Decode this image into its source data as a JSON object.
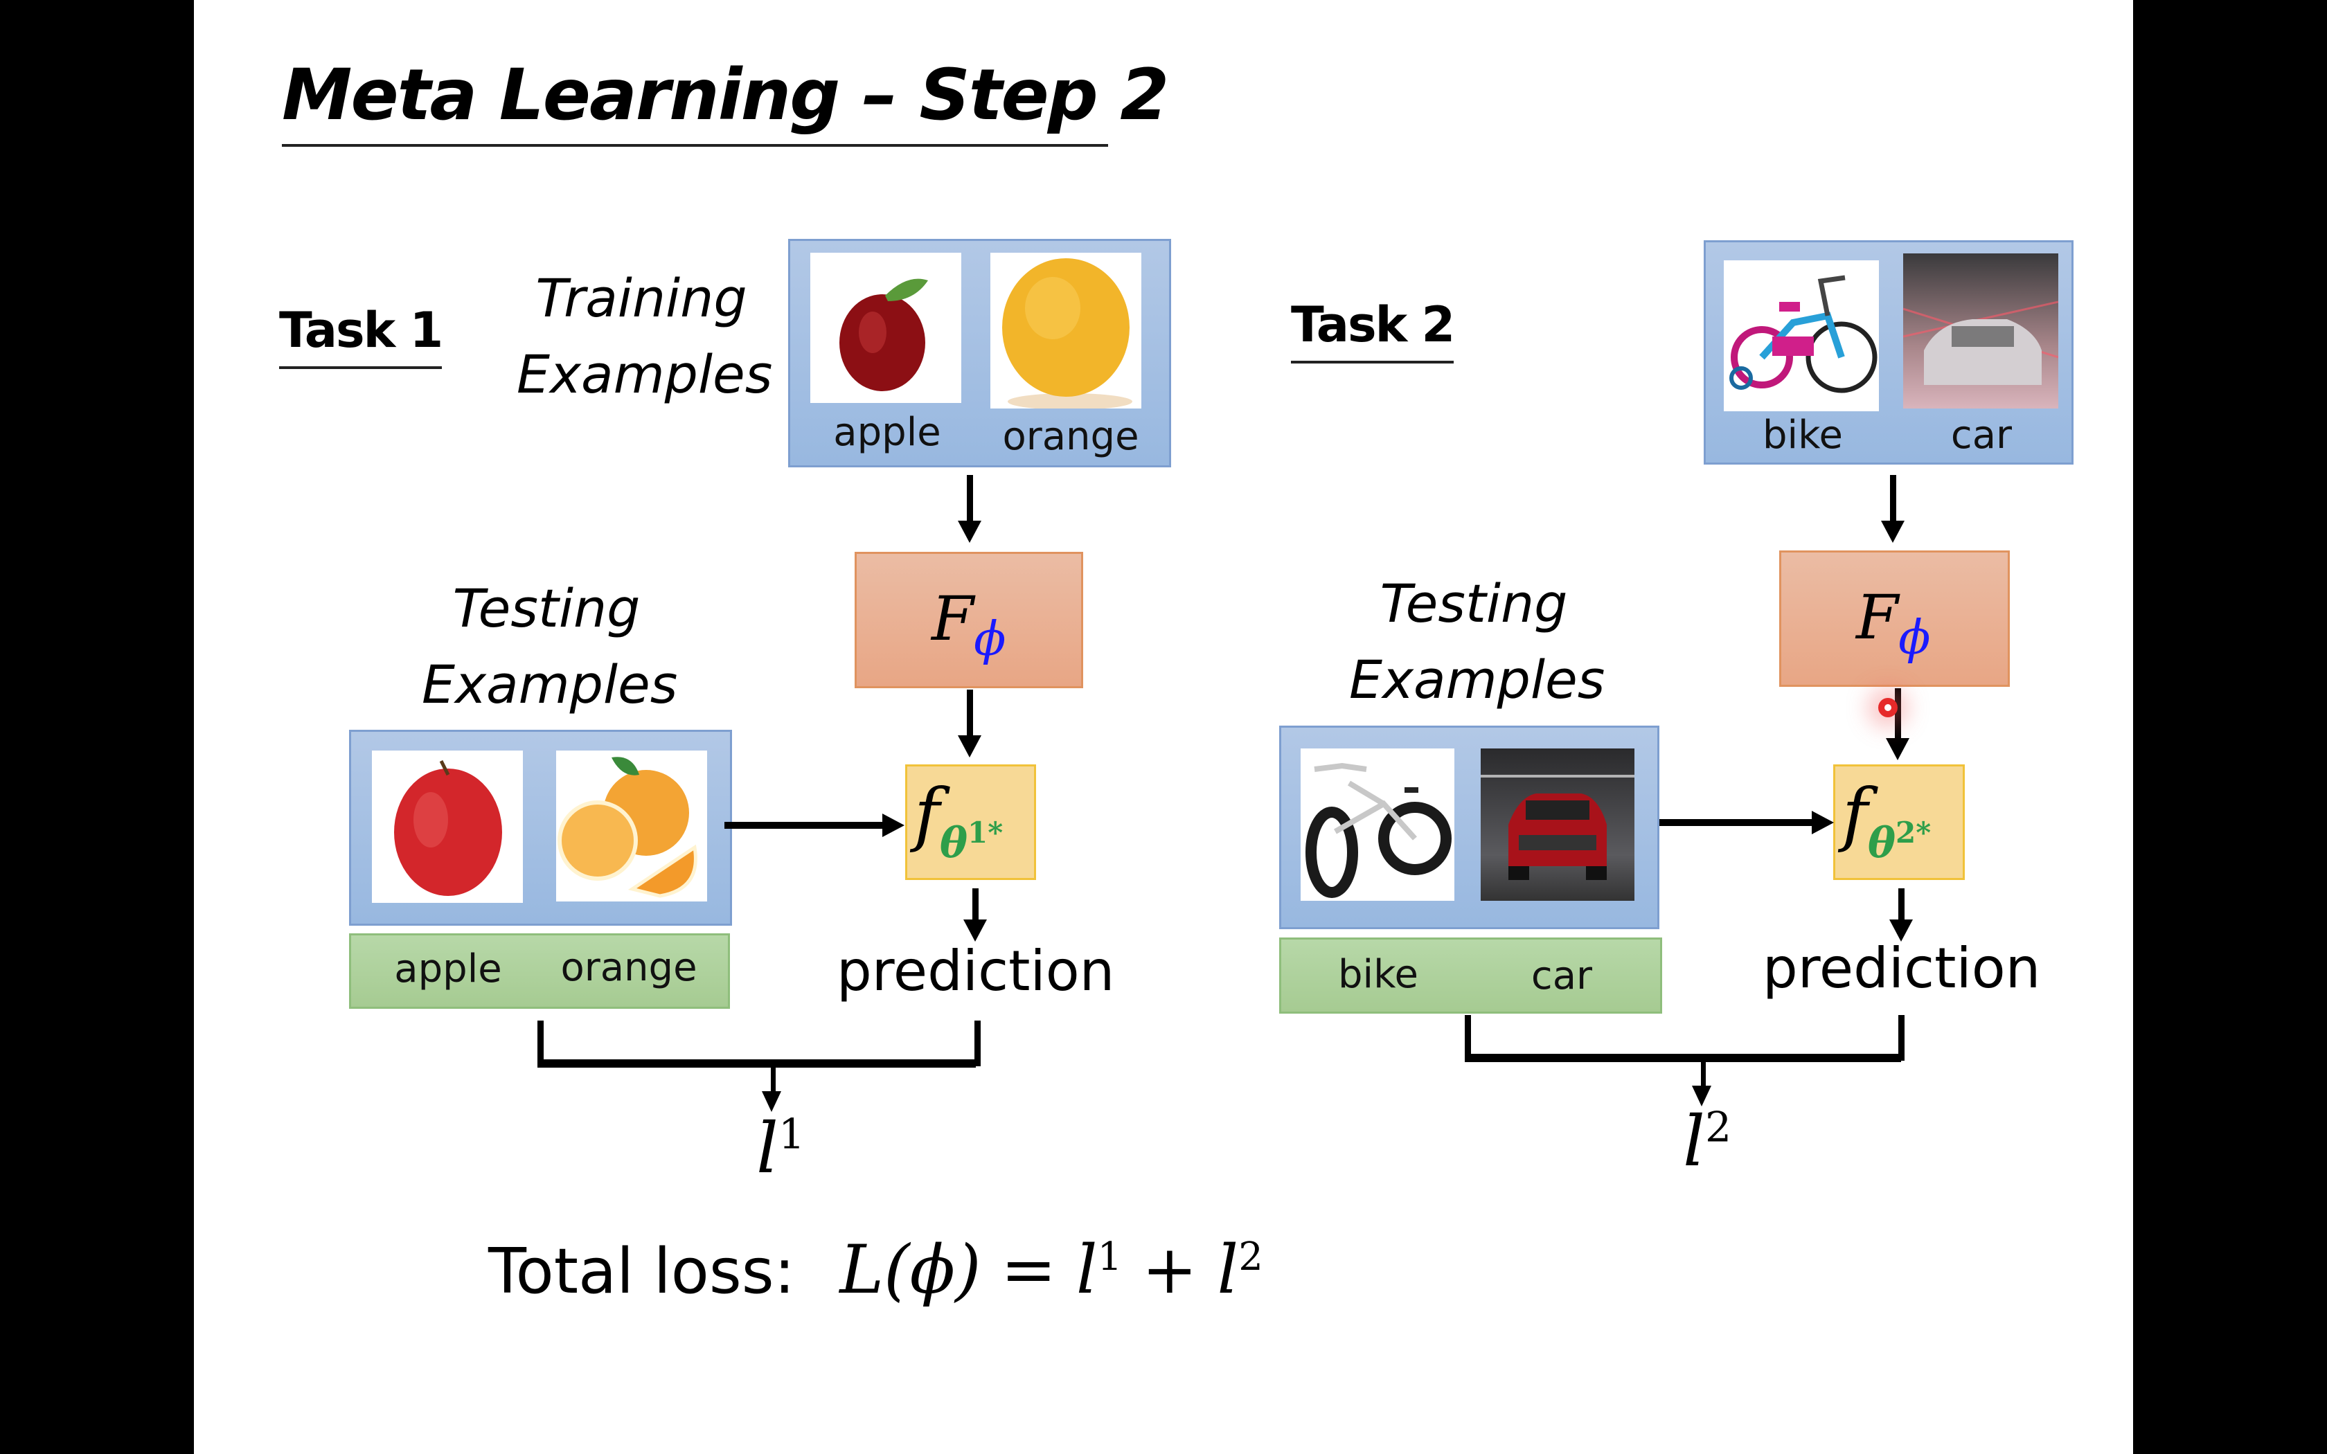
{
  "slide": {
    "title": "Meta Learning – Step 2"
  },
  "task1": {
    "label": "Task 1",
    "training_label_line1": "Training",
    "training_label_line2": "Examples",
    "training_examples": [
      {
        "image": "red-apple-photo",
        "label": "apple"
      },
      {
        "image": "whole-orange-photo",
        "label": "orange"
      }
    ],
    "learner_F": {
      "base": "F",
      "subscript": "ϕ"
    },
    "model_f": {
      "base": "f",
      "subscript": "θ",
      "superscript": "1*"
    },
    "testing_label_line1": "Testing",
    "testing_label_line2": "Examples",
    "testing_examples": [
      {
        "image": "apple-photo",
        "label": "apple"
      },
      {
        "image": "sliced-orange-photo",
        "label": "orange"
      }
    ],
    "prediction": "prediction",
    "loss": {
      "base": "l",
      "superscript": "1"
    }
  },
  "task2": {
    "label": "Task 2",
    "training_examples": [
      {
        "image": "kids-bike-photo",
        "label": "bike"
      },
      {
        "image": "silver-car-photo",
        "label": "car"
      }
    ],
    "learner_F": {
      "base": "F",
      "subscript": "ϕ"
    },
    "model_f": {
      "base": "f",
      "subscript": "θ",
      "superscript": "2*"
    },
    "testing_label_line1": "Testing",
    "testing_label_line2": "Examples",
    "testing_examples": [
      {
        "image": "fat-tire-bike-photo",
        "label": "bike"
      },
      {
        "image": "red-suv-photo",
        "label": "car"
      }
    ],
    "prediction": "prediction",
    "loss": {
      "base": "l",
      "superscript": "2"
    }
  },
  "total_loss": {
    "label": "Total loss:",
    "lhs": "L(ϕ)",
    "equals": "=",
    "term1_base": "l",
    "term1_sup": "1",
    "plus": "+",
    "term2_base": "l",
    "term2_sup": "2"
  },
  "colors": {
    "phi": "#1a1aff",
    "theta": "#2e9e4a",
    "training_box": "#9dbbe2",
    "label_box": "#a9cd96",
    "learner_box": "#e9ae8e",
    "model_box": "#f7d996",
    "laser_pointer": "#e62a2a"
  }
}
